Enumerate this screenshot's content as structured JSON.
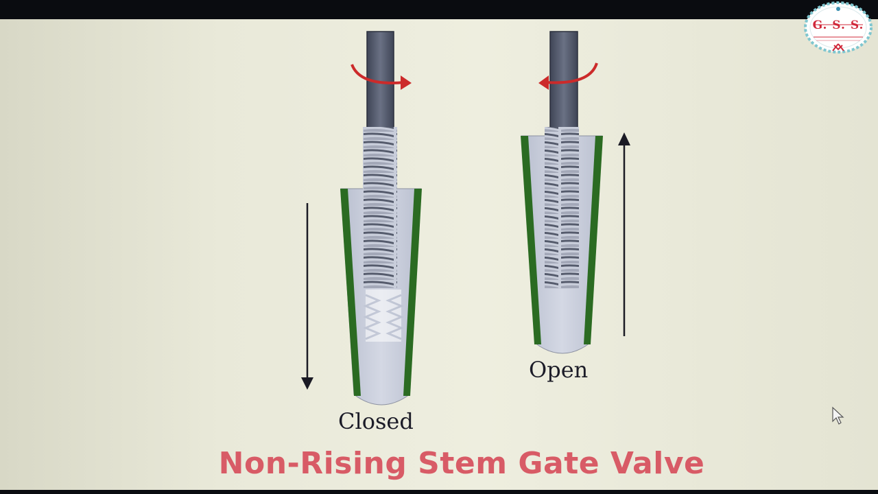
{
  "labels": {
    "closed": "Closed",
    "open": "Open",
    "title": "Non-Rising Stem Gate Valve"
  },
  "logo": {
    "text": "G. S. S."
  },
  "colors": {
    "title": "#d85b66",
    "stem": "#4e5566",
    "gate_fill": "#c3c8d8",
    "gate_edge": "#2b6b22",
    "rotation_arrow": "#cc2a2a",
    "motion_arrow": "#1a1a24"
  },
  "icons": [
    "rotation-arrow-icon",
    "down-arrow-icon",
    "up-arrow-icon",
    "logo-badge-icon",
    "mouse-pointer-icon"
  ]
}
